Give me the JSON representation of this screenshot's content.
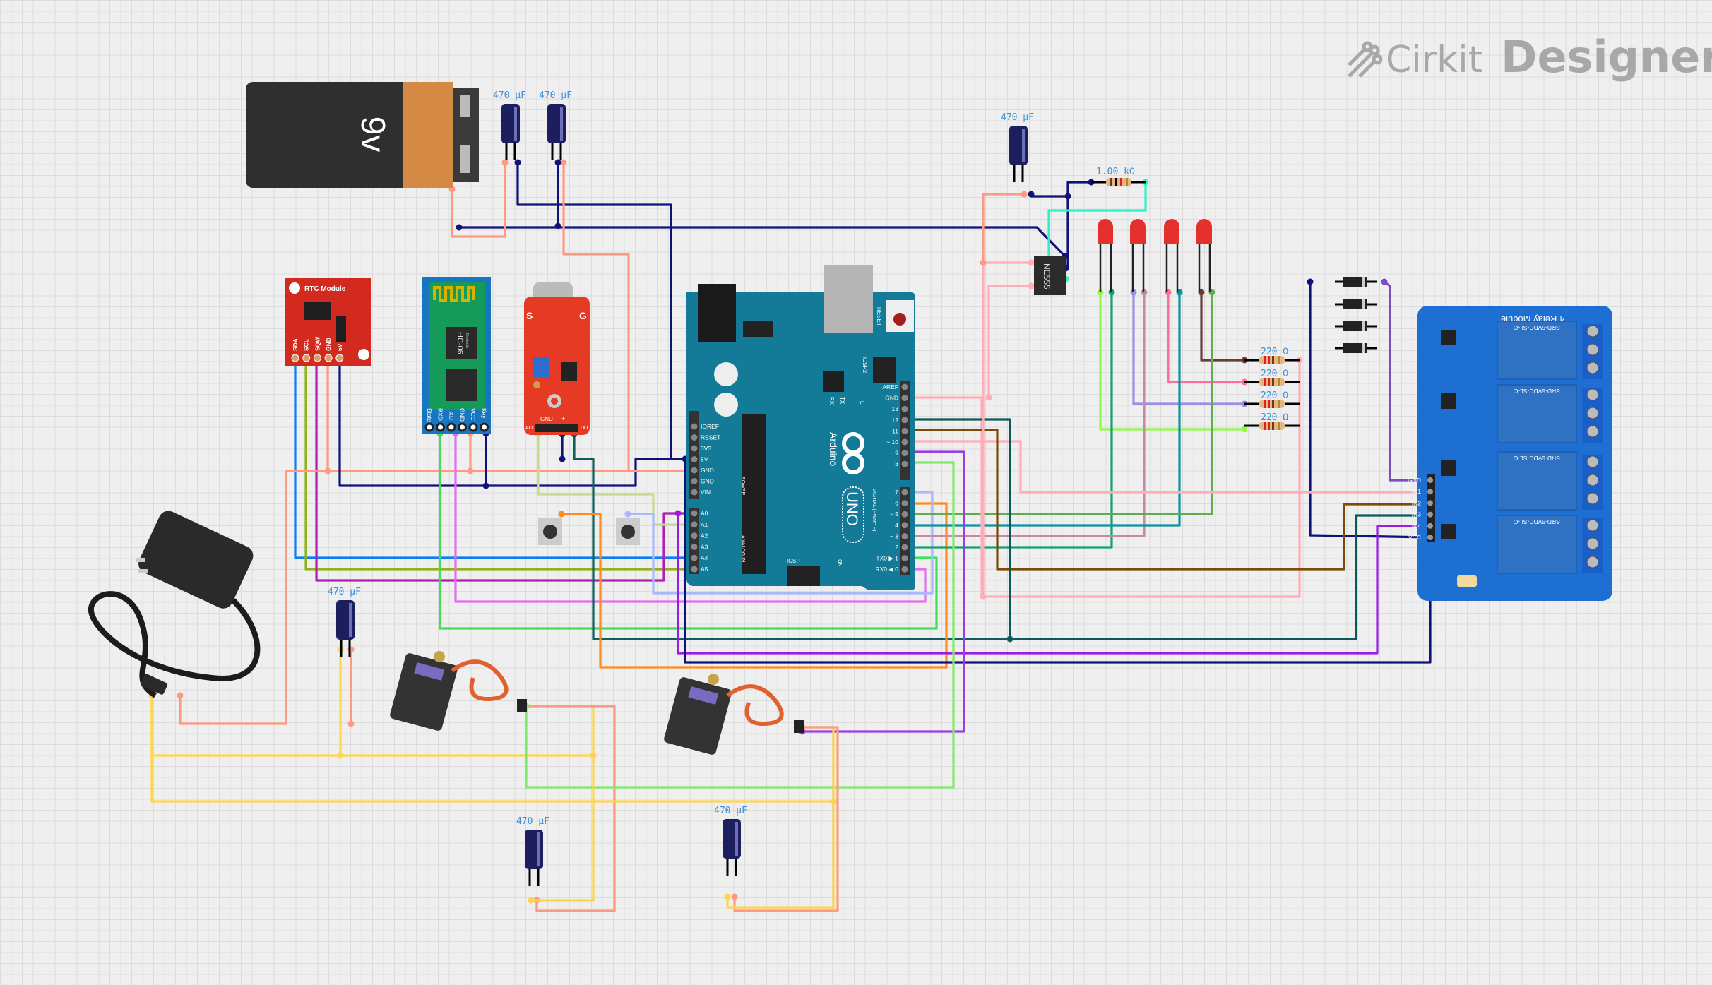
{
  "logo": {
    "text_light": "Cirkit",
    "text_bold": "Designer"
  },
  "battery": {
    "label": "9v"
  },
  "capacitors": [
    {
      "label": "470 µF"
    },
    {
      "label": "470 µF"
    },
    {
      "label": "470 µF"
    },
    {
      "label": "470 µF"
    },
    {
      "label": "470 µF"
    },
    {
      "label": "470 µF"
    }
  ],
  "resistor_1k": {
    "label": "1.00 kΩ"
  },
  "resistors_220": [
    {
      "label": "220 Ω"
    },
    {
      "label": "220 Ω"
    },
    {
      "label": "220 Ω"
    },
    {
      "label": "220 Ω"
    }
  ],
  "rtc": {
    "title": "RTC Module",
    "pins": [
      "SDA",
      "SCL",
      "SQW",
      "GND",
      "5V"
    ]
  },
  "hc06": {
    "title": "HC-06",
    "subtitle": "Bluetooth",
    "pins": [
      "State",
      "RXD",
      "TXD",
      "GND",
      "VCC",
      "Key"
    ]
  },
  "sound_sensor": {
    "labels": [
      "S",
      "G",
      "GND",
      "+",
      "AO",
      "DO"
    ]
  },
  "ne555": {
    "label": "NE555"
  },
  "arduino": {
    "brand": "Arduino",
    "model": "UNO",
    "reset": "RESET",
    "icsp2": "ICSP2",
    "icsp": "ICSP",
    "on": "ON",
    "tx": "TX",
    "rx": "RX",
    "l": "L",
    "power": "POWER",
    "analog": "ANALOG IN",
    "digital": "DIGITAL (PWM= ~)",
    "power_pins": [
      "IOREF",
      "RESET",
      "3V3",
      "5V",
      "GND",
      "GND",
      "VIN"
    ],
    "analog_pins": [
      "A0",
      "A1",
      "A2",
      "A3",
      "A4",
      "A5"
    ],
    "digital_pins_top": [
      "AREF",
      "GND",
      "13",
      "12",
      "~ 11",
      "~ 10",
      "~ 9",
      "8"
    ],
    "digital_pins_bottom": [
      "7",
      "~ 6",
      "~ 5",
      "4",
      "~ 3",
      "2",
      "TX0 ▶ 1",
      "RX0 ◀ 0"
    ]
  },
  "relay": {
    "title": "4 Relay Module",
    "relay_label": "SRD-5VDC-SL-C",
    "pins": [
      "GND",
      "IN1",
      "IN2",
      "IN3",
      "IN4",
      "VCC"
    ]
  },
  "colors": {
    "arduino": "#137a98",
    "relay": "#1d6fd1",
    "rtc": "#d22a1e",
    "hc06": "#1676c2",
    "sound": "#e53a24",
    "grid": "#dcdcdc"
  }
}
